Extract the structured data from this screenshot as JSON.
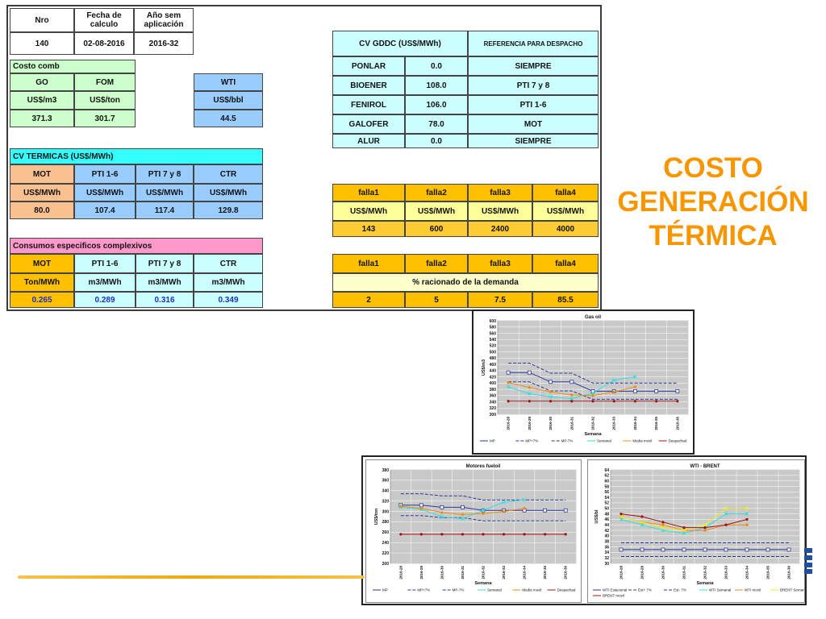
{
  "slide_title": [
    "COSTO",
    "GENERACIÓN",
    "TÉRMICA"
  ],
  "header": {
    "labels": [
      "Nro",
      "Fecha de calculo",
      "Año sem aplicación"
    ],
    "values": [
      "140",
      "02-08-2016",
      "2016-32"
    ]
  },
  "costo_comb": {
    "title": "Costo comb",
    "cols": [
      {
        "name": "GO",
        "unit": "US$/m3",
        "value": "371.3"
      },
      {
        "name": "FOM",
        "unit": "US$/ton",
        "value": "301.7"
      }
    ],
    "wti": {
      "name": "WTI",
      "unit": "US$/bbl",
      "value": "44.5"
    }
  },
  "cv_gddc": {
    "header": "CV GDDC (US$/MWh)",
    "ref_header": "REFERENCIA PARA DESPACHO",
    "rows": [
      {
        "name": "PONLAR",
        "value": "0.0",
        "ref": "SIEMPRE"
      },
      {
        "name": "BIOENER",
        "value": "108.0",
        "ref": "PTI 7 y 8"
      },
      {
        "name": "FENIROL",
        "value": "106.0",
        "ref": "PTI 1-6"
      },
      {
        "name": "GALOFER",
        "value": "78.0",
        "ref": "MOT"
      },
      {
        "name": "ALUR",
        "value": "0.0",
        "ref": "SIEMPRE"
      }
    ]
  },
  "cv_termicas": {
    "title": "CV TERMICAS (US$/MWh)",
    "names": [
      "MOT",
      "PTI 1-6",
      "PTI 7 y 8",
      "CTR"
    ],
    "units": [
      "US$/MWh",
      "US$/MWh",
      "US$/MWh",
      "US$/MWh"
    ],
    "values": [
      "80.0",
      "107.4",
      "117.4",
      "129.8"
    ]
  },
  "falla_costs": {
    "names": [
      "falla1",
      "falla2",
      "falla3",
      "falla4"
    ],
    "units": [
      "US$/MWh",
      "US$/MWh",
      "US$/MWh",
      "US$/MWh"
    ],
    "values": [
      "143",
      "600",
      "2400",
      "4000"
    ]
  },
  "consumos": {
    "title": "Consumos especificos complexivos",
    "names": [
      "MOT",
      "PTI 1-6",
      "PTI 7 y 8",
      "CTR"
    ],
    "units": [
      "Ton/MWh",
      "m3/MWh",
      "m3/MWh",
      "m3/MWh"
    ],
    "values": [
      "0.265",
      "0.289",
      "0.316",
      "0.349"
    ]
  },
  "falla_pct": {
    "names": [
      "falla1",
      "falla2",
      "falla3",
      "falla4"
    ],
    "label": "% racionado de la demanda",
    "values": [
      "2",
      "5",
      "7.5",
      "85.5"
    ]
  },
  "chart_data": [
    {
      "type": "line",
      "title": "Gas oil",
      "xlabel": "Semana",
      "ylabel": "US$/m3",
      "ylim": [
        300,
        600
      ],
      "yticks": [
        300,
        320,
        340,
        360,
        380,
        400,
        420,
        440,
        460,
        480,
        500,
        520,
        540,
        560,
        580,
        600
      ],
      "categories": [
        "2016-28",
        "2016-29",
        "2016-30",
        "2016-31",
        "2016-32",
        "2016-33",
        "2016-34",
        "2016-35",
        "2016-36"
      ],
      "series": [
        {
          "name": "MP",
          "color": "#2b3a9a",
          "dash": "",
          "marker": "square",
          "values": [
            434,
            434,
            404,
            404,
            374,
            374,
            374,
            374,
            374
          ]
        },
        {
          "name": "MP+7%",
          "color": "#2b3a9a",
          "dash": "4,2",
          "marker": "",
          "values": [
            464,
            464,
            432,
            432,
            400,
            400,
            400,
            400,
            400
          ]
        },
        {
          "name": "MP-7%",
          "color": "#2b3a9a",
          "dash": "4,2",
          "marker": "",
          "values": [
            404,
            404,
            375,
            375,
            348,
            348,
            348,
            348,
            348
          ]
        },
        {
          "name": "Semanal",
          "color": "#33dddd",
          "dash": "",
          "marker": "x",
          "values": [
            388,
            366,
            356,
            350,
            368,
            410,
            420,
            null,
            null
          ]
        },
        {
          "name": "Media movil",
          "color": "#f08c10",
          "dash": "",
          "marker": "diamond",
          "values": [
            402,
            386,
            372,
            362,
            360,
            372,
            388,
            null,
            null
          ]
        },
        {
          "name": "Despachad",
          "color": "#a01010",
          "dash": "",
          "marker": "dot",
          "values": [
            342,
            342,
            342,
            342,
            342,
            342,
            342,
            342,
            342
          ]
        }
      ]
    },
    {
      "type": "line",
      "title": "Motores fueloil",
      "xlabel": "Semana",
      "ylabel": "US$/ton",
      "ylim": [
        200,
        380
      ],
      "yticks": [
        200,
        220,
        240,
        260,
        280,
        300,
        320,
        340,
        360,
        380
      ],
      "categories": [
        "2016-28",
        "2016-29",
        "2016-30",
        "2016-31",
        "2016-32",
        "2016-33",
        "2016-34",
        "2016-35",
        "2016-36"
      ],
      "series": [
        {
          "name": "MP",
          "color": "#2b3a9a",
          "dash": "",
          "marker": "square",
          "values": [
            312,
            312,
            308,
            308,
            302,
            302,
            302,
            302,
            302
          ]
        },
        {
          "name": "MP+7%",
          "color": "#2b3a9a",
          "dash": "4,2",
          "marker": "",
          "values": [
            334,
            334,
            330,
            330,
            322,
            322,
            322,
            322,
            322
          ]
        },
        {
          "name": "MP-7%",
          "color": "#2b3a9a",
          "dash": "4,2",
          "marker": "",
          "values": [
            292,
            292,
            288,
            288,
            282,
            282,
            282,
            282,
            282
          ]
        },
        {
          "name": "Semanal",
          "color": "#33dddd",
          "dash": "",
          "marker": "x",
          "values": [
            308,
            304,
            290,
            286,
            302,
            318,
            322,
            null,
            null
          ]
        },
        {
          "name": "Media movil",
          "color": "#f08c10",
          "dash": "",
          "marker": "diamond",
          "values": [
            310,
            306,
            298,
            294,
            296,
            300,
            306,
            null,
            null
          ]
        },
        {
          "name": "Despachad",
          "color": "#a01010",
          "dash": "",
          "marker": "dot",
          "values": [
            256,
            256,
            256,
            256,
            256,
            256,
            256,
            256,
            256
          ]
        }
      ]
    },
    {
      "type": "line",
      "title": "WTI - BRENT",
      "xlabel": "Semana",
      "ylabel": "US$/bl",
      "ylim": [
        30,
        64
      ],
      "yticks": [
        30,
        32,
        34,
        36,
        38,
        40,
        42,
        44,
        46,
        48,
        50,
        52,
        54,
        56,
        58,
        60,
        62,
        64
      ],
      "categories": [
        "2016-28",
        "2016-29",
        "2016-30",
        "2016-31",
        "2016-32",
        "2016-33",
        "2016-34",
        "2016-35",
        "2016-36"
      ],
      "series": [
        {
          "name": "WTI Estacional",
          "color": "#2b3a9a",
          "dash": "",
          "marker": "square",
          "values": [
            35,
            35,
            35,
            35,
            35,
            35,
            35,
            35,
            35
          ]
        },
        {
          "name": "Est+ 7%",
          "color": "#2b3a9a",
          "dash": "4,2",
          "marker": "",
          "values": [
            37.5,
            37.5,
            37.5,
            37.5,
            37.5,
            37.5,
            37.5,
            37.5,
            37.5
          ]
        },
        {
          "name": "Est- 7%",
          "color": "#2b3a9a",
          "dash": "4,2",
          "marker": "",
          "values": [
            32.5,
            32.5,
            32.5,
            32.5,
            32.5,
            32.5,
            32.5,
            32.5,
            32.5
          ]
        },
        {
          "name": "WTI Semanal",
          "color": "#33dddd",
          "dash": "",
          "marker": "x",
          "values": [
            46,
            44,
            42,
            41,
            43,
            48,
            48,
            null,
            null
          ]
        },
        {
          "name": "WTI movil",
          "color": "#f08c10",
          "dash": "",
          "marker": "diamond",
          "values": [
            47,
            45,
            44,
            42,
            42,
            44,
            44,
            null,
            null
          ]
        },
        {
          "name": "BRENT Semanal",
          "color": "#eeee22",
          "dash": "",
          "marker": "x",
          "values": [
            47,
            45,
            43,
            42,
            44,
            50,
            50,
            null,
            null
          ]
        },
        {
          "name": "BRENT movil",
          "color": "#a01010",
          "dash": "",
          "marker": "dot",
          "values": [
            48,
            47,
            45,
            43,
            43,
            44,
            46,
            null,
            null
          ]
        }
      ]
    }
  ]
}
